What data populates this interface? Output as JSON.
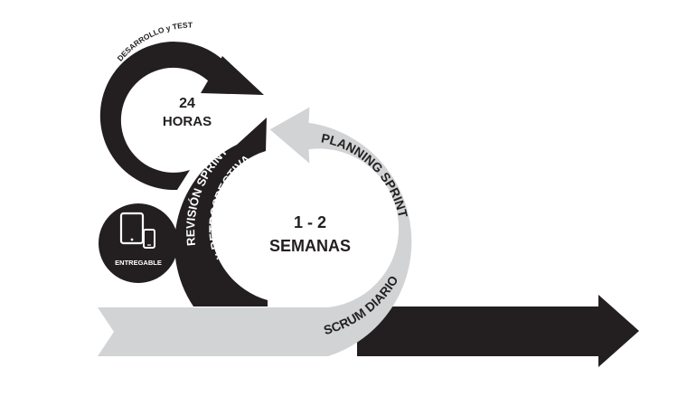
{
  "colors": {
    "dark": "#231f20",
    "light_gray": "#d1d3d4",
    "background": "#ffffff",
    "text_light": "#ffffff",
    "text_dark": "#231f20"
  },
  "icons": {
    "deliverable": "tablet-and-phone-icon"
  },
  "daily_loop": {
    "arc_label": "DESARROLLO y TEST",
    "center_number": "24",
    "center_unit": "HORAS"
  },
  "sprint_loop": {
    "center_number": "1 - 2",
    "center_unit": "SEMANAS",
    "review_line1": "REVISIÓN SPRINT",
    "review_line2": "y RETROSPECTIVA",
    "planning_label": "PLANNING SPRINT",
    "daily_label": "SCRUM DIARIO"
  },
  "deliverable": {
    "label": "ENTREGABLE"
  }
}
